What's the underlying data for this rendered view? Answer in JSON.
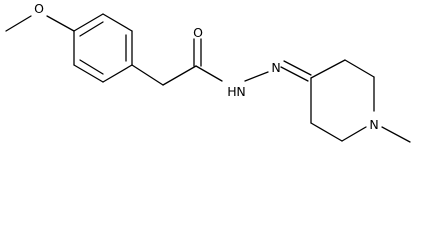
{
  "molecule": {
    "atoms": {
      "methoxy_oxygen": "O",
      "carbonyl_oxygen": "O",
      "amide_nitrogen": "N",
      "amide_hydrogen": "H",
      "imine_nitrogen": "N",
      "piperidine_nitrogen": "N"
    }
  },
  "colors": {
    "bond": "#000000",
    "label": "#000000",
    "background": "#ffffff"
  }
}
